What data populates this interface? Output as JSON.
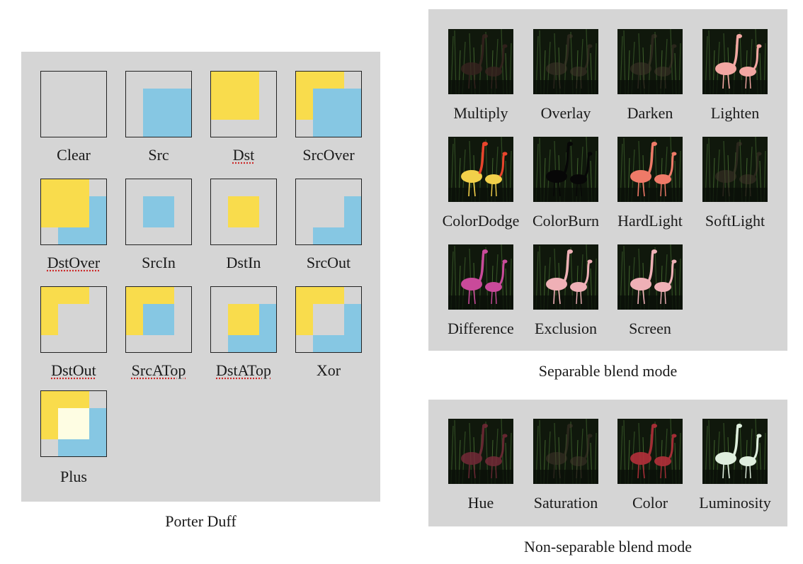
{
  "porter_duff": {
    "caption": "Porter Duff",
    "modes": [
      {
        "label": "Clear",
        "squiggly": false
      },
      {
        "label": "Src",
        "squiggly": false
      },
      {
        "label": "Dst",
        "squiggly": true
      },
      {
        "label": "SrcOver",
        "squiggly": false
      },
      {
        "label": "DstOver",
        "squiggly": true
      },
      {
        "label": "SrcIn",
        "squiggly": false
      },
      {
        "label": "DstIn",
        "squiggly": false
      },
      {
        "label": "SrcOut",
        "squiggly": false
      },
      {
        "label": "DstOut",
        "squiggly": true
      },
      {
        "label": "SrcATop",
        "squiggly": true
      },
      {
        "label": "DstATop",
        "squiggly": true
      },
      {
        "label": "Xor",
        "squiggly": false
      },
      {
        "label": "Plus",
        "squiggly": false
      }
    ]
  },
  "separable": {
    "caption": "Separable blend mode",
    "modes": [
      {
        "label": "Multiply",
        "tint": "dark"
      },
      {
        "label": "Overlay",
        "tint": "faint"
      },
      {
        "label": "Darken",
        "tint": "faint"
      },
      {
        "label": "Lighten",
        "tint": "pink"
      },
      {
        "label": "ColorDodge",
        "tint": "dodge"
      },
      {
        "label": "ColorBurn",
        "tint": "black"
      },
      {
        "label": "HardLight",
        "tint": "salmon"
      },
      {
        "label": "SoftLight",
        "tint": "faint"
      },
      {
        "label": "Difference",
        "tint": "magenta"
      },
      {
        "label": "Exclusion",
        "tint": "lightpink"
      },
      {
        "label": "Screen",
        "tint": "lightpink"
      }
    ]
  },
  "non_separable": {
    "caption": "Non-separable blend mode",
    "modes": [
      {
        "label": "Hue",
        "tint": "darkred"
      },
      {
        "label": "Saturation",
        "tint": "faint"
      },
      {
        "label": "Color",
        "tint": "red"
      },
      {
        "label": "Luminosity",
        "tint": "white"
      }
    ]
  },
  "colors": {
    "panel": "#d5d5d5",
    "dst": "#f9dc4c",
    "src": "#86c7e3",
    "plus_overlap": "#fefde3"
  }
}
